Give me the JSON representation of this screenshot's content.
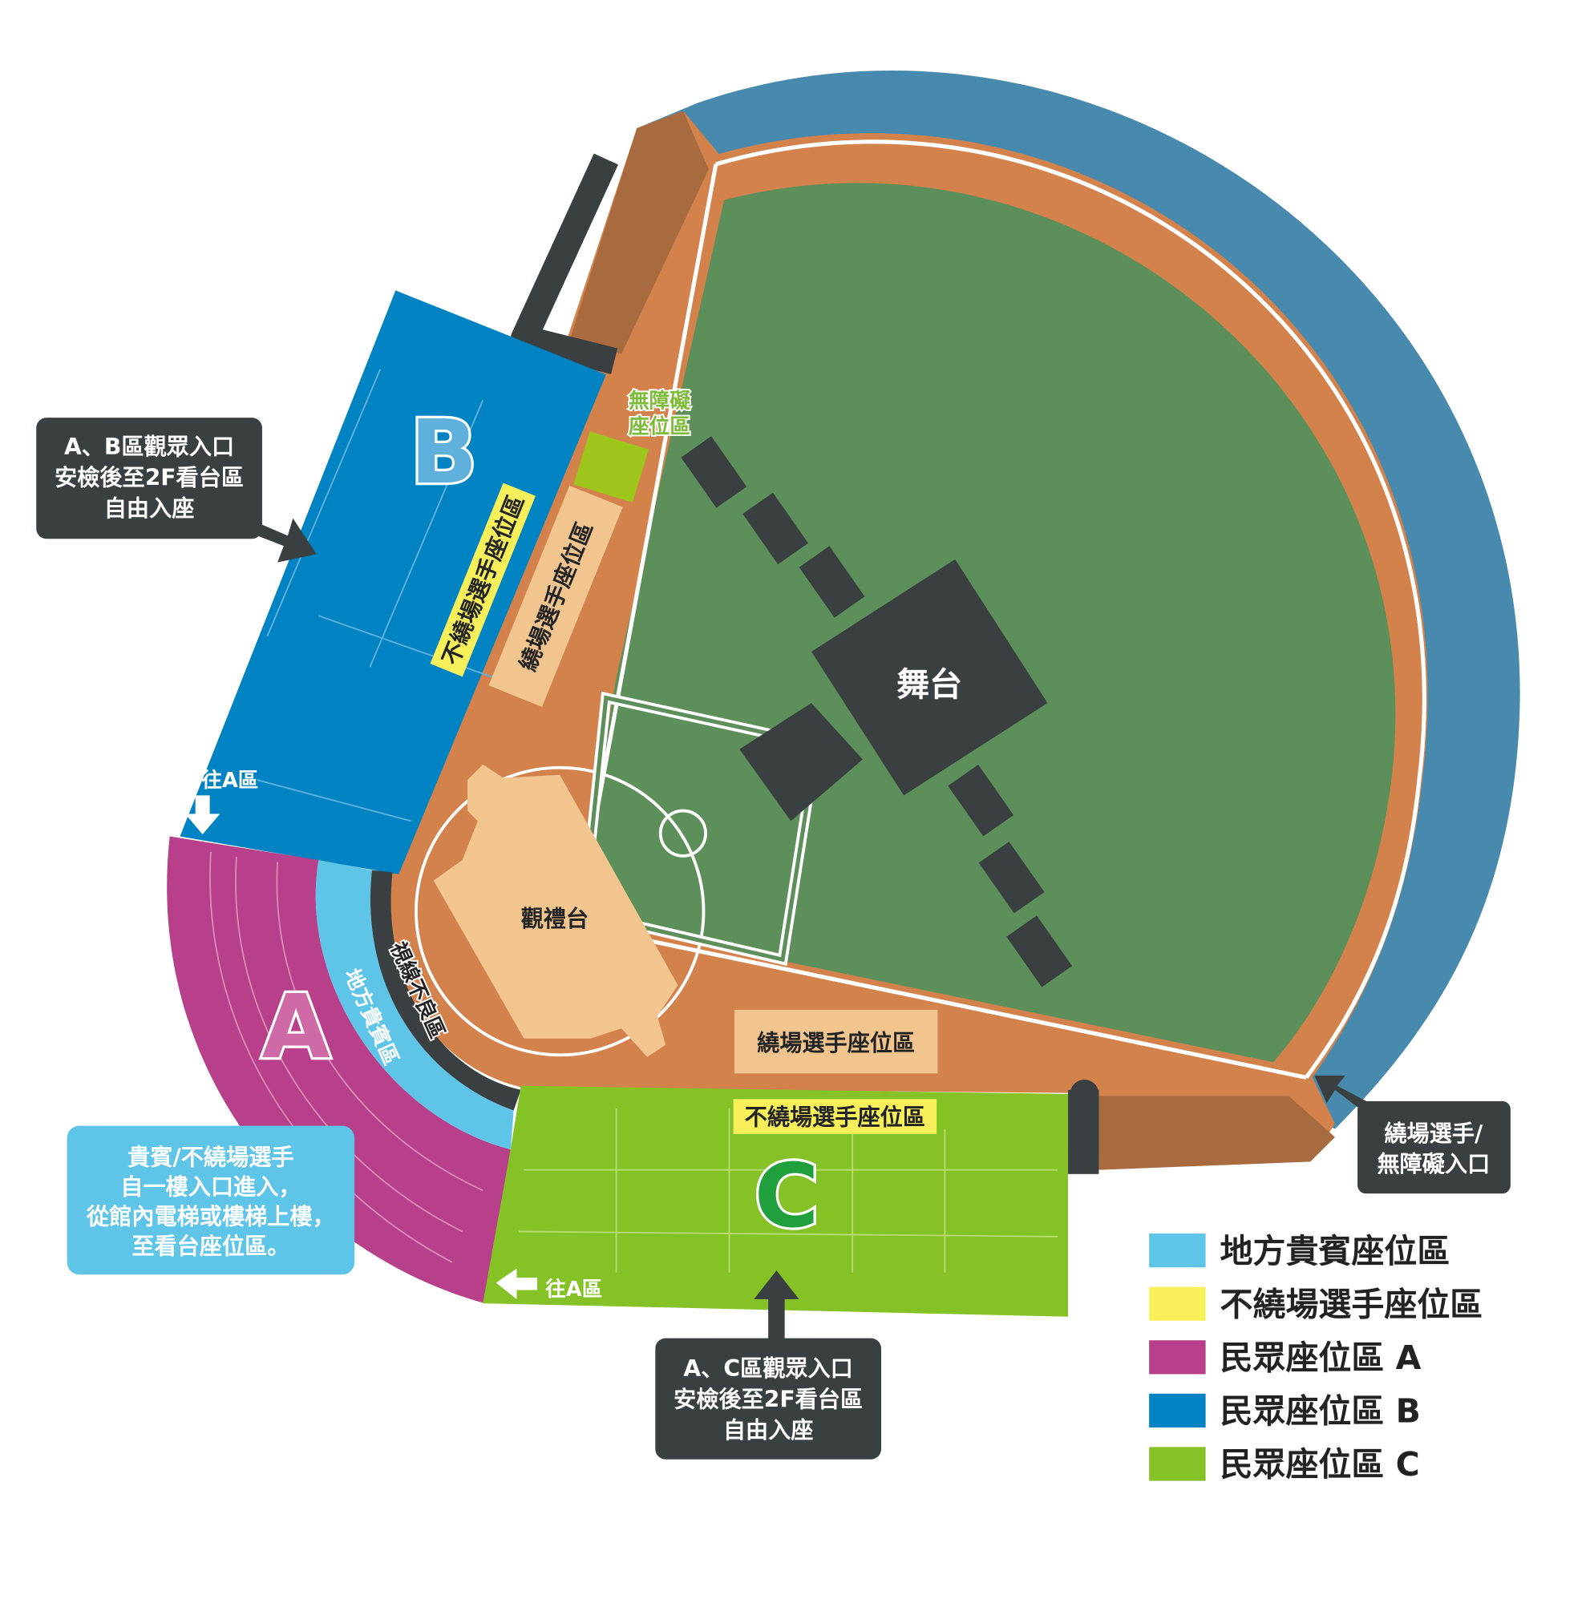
{
  "title": "場地座位配置圖",
  "zones": {
    "stage": "舞台",
    "reviewing_stand": "觀禮台",
    "accessible_seating": "無障礙座位區",
    "bad_view": "視線不良區",
    "vip_local": "地方貴賓區",
    "b_nonparade": "不繞場選手座位區",
    "b_parade": "繞場選手座位區",
    "c_parade": "繞場選手座位區",
    "c_nonparade": "不繞場選手座位區",
    "section_a": "A",
    "section_b": "B",
    "section_c": "C",
    "to_a_top": "往A區",
    "to_a_bottom": "往A區"
  },
  "callouts": {
    "ab_entrance": [
      "A、B區觀眾入口",
      "安檢後至2F看台區",
      "自由入座"
    ],
    "ac_entrance": [
      "A、C區觀眾入口",
      "安檢後至2F看台區",
      "自由入座"
    ],
    "vip_note": [
      "貴賓/不繞場選手",
      "自一樓入口進入，",
      "從館內電梯或樓梯上樓，",
      "至看台座位區。"
    ],
    "parade_entrance": [
      "繞場選手/",
      "無障礙入口"
    ]
  },
  "legend": [
    {
      "label": "地方貴賓座位區",
      "color": "#5ec4e8"
    },
    {
      "label": "不繞場選手座位區",
      "color": "#f7f05a"
    },
    {
      "label": "民眾座位區 A",
      "color": "#b83f89"
    },
    {
      "label": "民眾座位區 B",
      "color": "#0083c2"
    },
    {
      "label": "民眾座位區 C",
      "color": "#85c226"
    }
  ],
  "colors": {
    "field": "#5d8f5a",
    "track": "#d4824c",
    "outer_ring": "#478aad",
    "dark": "#3a3f41",
    "tan": "#f2c58e",
    "yellow": "#f7f05a"
  }
}
